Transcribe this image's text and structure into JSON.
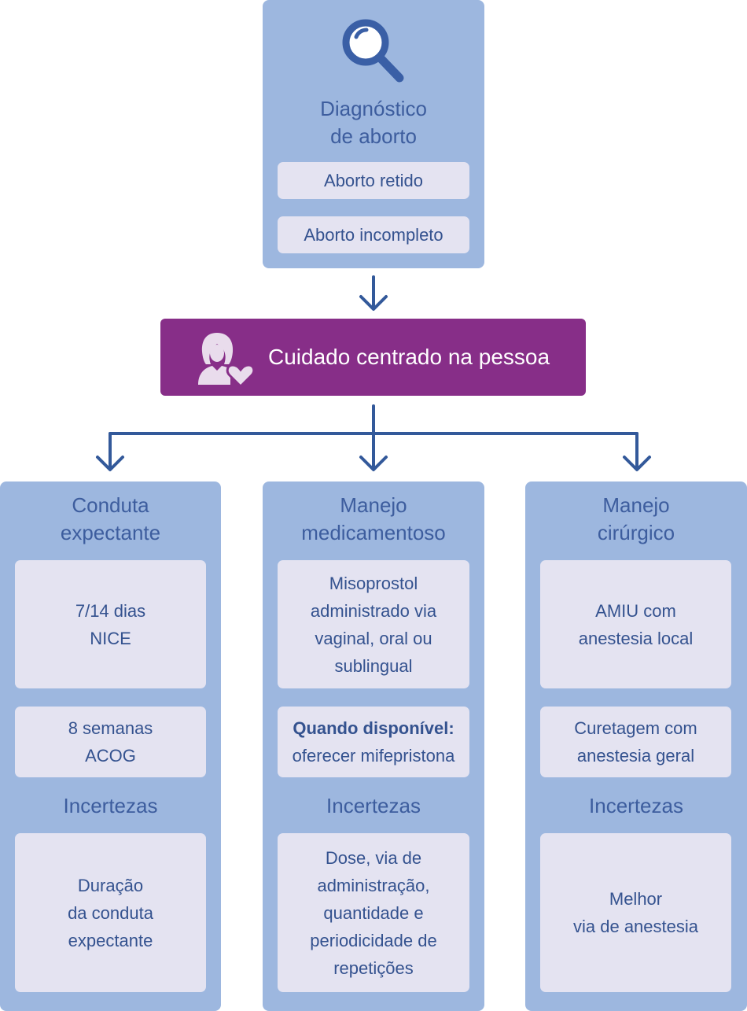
{
  "diagnosis": {
    "icon": "search-icon",
    "title": "Diagnóstico\nde aborto",
    "items": [
      "Aborto retido",
      "Aborto incompleto"
    ]
  },
  "center": {
    "icon": "person-heart-icon",
    "label": "Cuidado centrado na pessoa"
  },
  "columns": [
    {
      "title": "Conduta\nexpectante",
      "options": [
        "7/14 dias\nNICE",
        "8 semanas\nACOG"
      ],
      "uncertainty_label": "Incertezas",
      "uncertainty": "Duração\nda conduta\nexpectante"
    },
    {
      "title": "Manejo\nmedicamentoso",
      "options": [
        "Misoprostol\nadministrado via\nvaginal, oral ou\nsublingual"
      ],
      "option2_bold": "Quando disponível:",
      "option2_rest": "oferecer mifepristona",
      "uncertainty_label": "Incertezas",
      "uncertainty": "Dose, via de\nadministração,\nquantidade e\nperiodicidade de\nrepetições"
    },
    {
      "title": "Manejo\ncirúrgico",
      "options": [
        "AMIU com\nanestesia local",
        "Curetagem com\nanestesia geral"
      ],
      "uncertainty_label": "Incertezas",
      "uncertainty": "Melhor\nvia de anestesia"
    }
  ],
  "colors": {
    "panel": "#9db7df",
    "card": "#e4e3f1",
    "text": "#3d5d9e",
    "accent_purple": "#872e88",
    "arrow": "#33599a"
  }
}
